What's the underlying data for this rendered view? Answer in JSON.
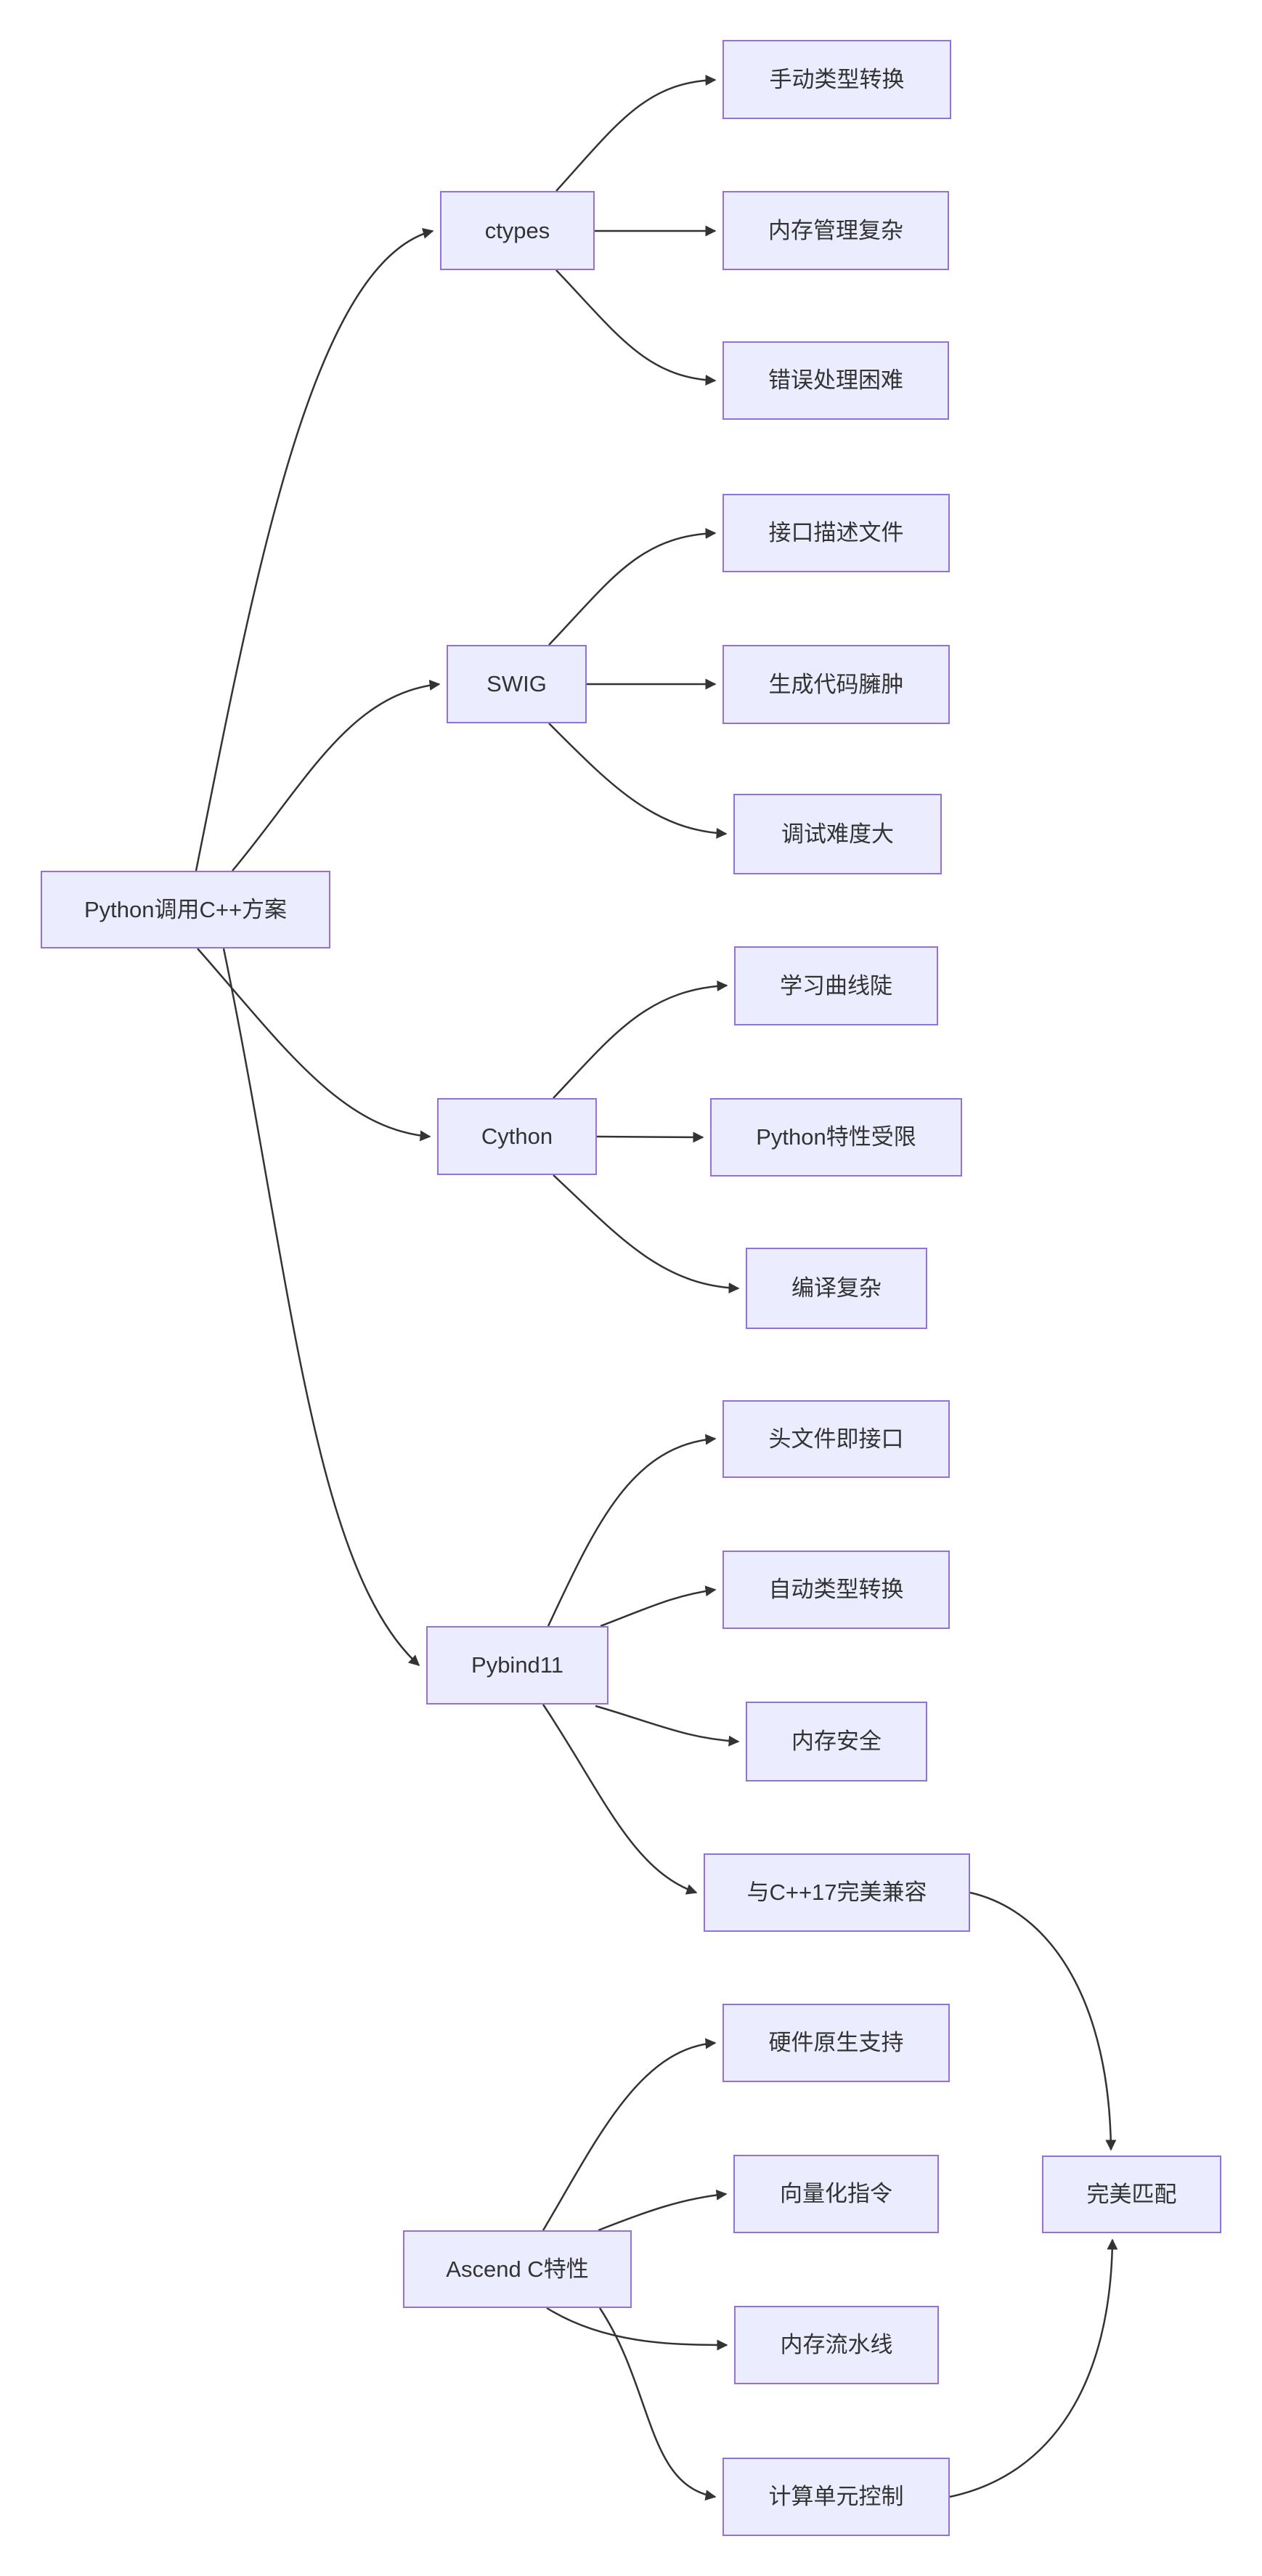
{
  "diagram": {
    "type": "flowchart",
    "direction": "left-to-right",
    "background_color": "#ffffff",
    "node_fill_color": "#ECECFF",
    "node_border_color": "#9370DB",
    "node_text_color": "#333333",
    "edge_color": "#333333"
  },
  "nodes": {
    "root": {
      "label": "Python调用C++方案"
    },
    "ctypes": {
      "label": "ctypes"
    },
    "manual_cast": {
      "label": "手动类型转换"
    },
    "mem_complex": {
      "label": "内存管理复杂"
    },
    "error_hard": {
      "label": "错误处理困难"
    },
    "swig": {
      "label": "SWIG"
    },
    "iface_file": {
      "label": "接口描述文件"
    },
    "code_bloat": {
      "label": "生成代码臃肿"
    },
    "debug_hard": {
      "label": "调试难度大"
    },
    "cython": {
      "label": "Cython"
    },
    "learning_curve": {
      "label": "学习曲线陡"
    },
    "py_features_limited": {
      "label": "Python特性受限"
    },
    "compile_complex": {
      "label": "编译复杂"
    },
    "pybind11": {
      "label": "Pybind11"
    },
    "header_iface": {
      "label": "头文件即接口"
    },
    "auto_cast": {
      "label": "自动类型转换"
    },
    "mem_safe": {
      "label": "内存安全"
    },
    "cpp17_compat": {
      "label": "与C++17完美兼容"
    },
    "ascend": {
      "label": "Ascend C特性"
    },
    "hw_native": {
      "label": "硬件原生支持"
    },
    "vector_instr": {
      "label": "向量化指令"
    },
    "mem_pipeline": {
      "label": "内存流水线"
    },
    "compute_ctrl": {
      "label": "计算单元控制"
    },
    "perfect_match": {
      "label": "完美匹配"
    }
  },
  "edges": [
    {
      "from": "root",
      "to": "ctypes"
    },
    {
      "from": "root",
      "to": "swig"
    },
    {
      "from": "root",
      "to": "cython"
    },
    {
      "from": "root",
      "to": "pybind11"
    },
    {
      "from": "ctypes",
      "to": "manual_cast"
    },
    {
      "from": "ctypes",
      "to": "mem_complex"
    },
    {
      "from": "ctypes",
      "to": "error_hard"
    },
    {
      "from": "swig",
      "to": "iface_file"
    },
    {
      "from": "swig",
      "to": "code_bloat"
    },
    {
      "from": "swig",
      "to": "debug_hard"
    },
    {
      "from": "cython",
      "to": "learning_curve"
    },
    {
      "from": "cython",
      "to": "py_features_limited"
    },
    {
      "from": "cython",
      "to": "compile_complex"
    },
    {
      "from": "pybind11",
      "to": "header_iface"
    },
    {
      "from": "pybind11",
      "to": "auto_cast"
    },
    {
      "from": "pybind11",
      "to": "mem_safe"
    },
    {
      "from": "pybind11",
      "to": "cpp17_compat"
    },
    {
      "from": "ascend",
      "to": "hw_native"
    },
    {
      "from": "ascend",
      "to": "vector_instr"
    },
    {
      "from": "ascend",
      "to": "mem_pipeline"
    },
    {
      "from": "ascend",
      "to": "compute_ctrl"
    },
    {
      "from": "cpp17_compat",
      "to": "perfect_match"
    },
    {
      "from": "compute_ctrl",
      "to": "perfect_match"
    }
  ]
}
